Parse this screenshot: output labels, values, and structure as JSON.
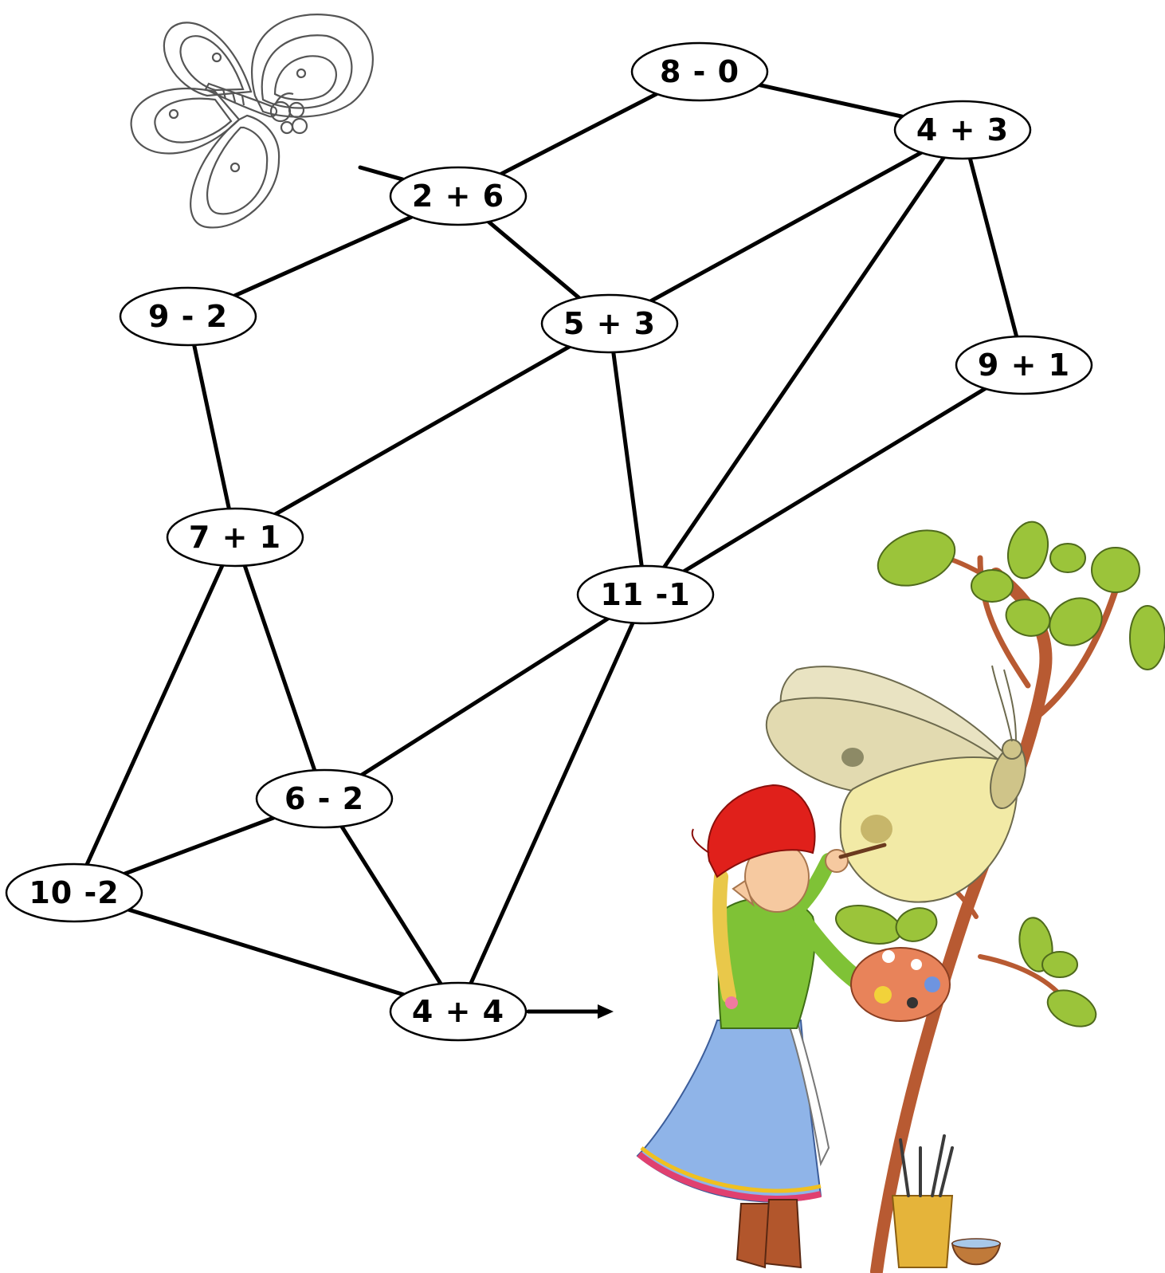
{
  "nodes": [
    {
      "id": "n80",
      "label": "8 - 0"
    },
    {
      "id": "n43",
      "label": "4 + 3"
    },
    {
      "id": "n26",
      "label": "2 + 6"
    },
    {
      "id": "n92",
      "label": "9 - 2"
    },
    {
      "id": "n53",
      "label": "5 + 3"
    },
    {
      "id": "n91",
      "label": "9 + 1"
    },
    {
      "id": "n71",
      "label": "7 + 1"
    },
    {
      "id": "n111",
      "label": "11 -1"
    },
    {
      "id": "n62",
      "label": "6 - 2"
    },
    {
      "id": "n102",
      "label": "10 -2"
    },
    {
      "id": "n44",
      "label": "4 + 4"
    }
  ],
  "edges": [
    [
      "n80",
      "n43"
    ],
    [
      "n80",
      "n26"
    ],
    [
      "n26",
      "n92"
    ],
    [
      "n26",
      "n53"
    ],
    [
      "n43",
      "n53"
    ],
    [
      "n43",
      "n111"
    ],
    [
      "n43",
      "n91"
    ],
    [
      "n91",
      "n111"
    ],
    [
      "n53",
      "n71"
    ],
    [
      "n53",
      "n111"
    ],
    [
      "n92",
      "n71"
    ],
    [
      "n71",
      "n102"
    ],
    [
      "n71",
      "n62"
    ],
    [
      "n111",
      "n62"
    ],
    [
      "n111",
      "n44"
    ],
    [
      "n62",
      "n102"
    ],
    [
      "n62",
      "n44"
    ],
    [
      "n102",
      "n44"
    ]
  ],
  "start_marker": "n26",
  "end_arrow": "n44",
  "illustrations": {
    "top_left": "butterfly-outline-icon",
    "bottom_right": "girl-painting-butterfly-on-tree"
  },
  "colors": {
    "hat": "#e0201b",
    "blouse": "#7fc236",
    "skirt": "#8fb4e8",
    "wing": "#ece6b8",
    "leaf": "#9bc43a",
    "branch": "#b85a32"
  }
}
